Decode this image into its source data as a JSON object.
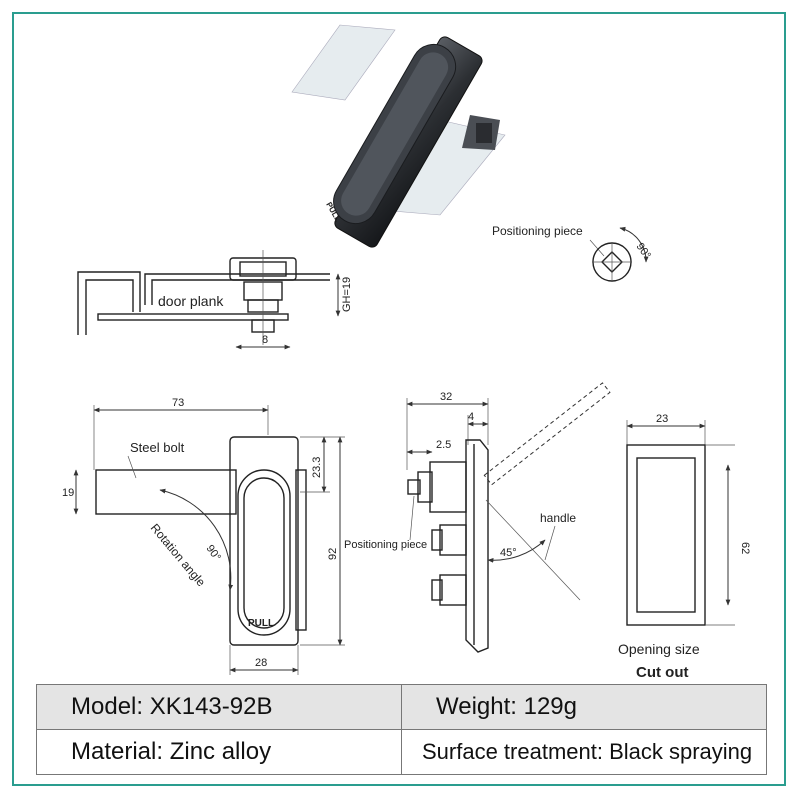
{
  "labels": {
    "positioning_piece_top": "Positioning piece",
    "positioning_piece_side": "Positioning piece",
    "door_plank": "door plank",
    "steel_bolt": "Steel bolt",
    "rotation_angle": "Rotation angle",
    "handle": "handle",
    "opening_size": "Opening size",
    "cut_out": "Cut out",
    "pull": "PULL"
  },
  "dimensions": {
    "gh": "GH=19",
    "shaft": "8",
    "width_total": "73",
    "bolt_height": "19",
    "top_offset": "23.3",
    "height_total": "92",
    "handle_width": "28",
    "depth_total": "32",
    "plate": "4",
    "offset": "2.5",
    "cutout_width": "23",
    "cutout_height": "62"
  },
  "angles": {
    "positioning": "90°",
    "rotation": "90°",
    "handle_open": "45°"
  },
  "specs": {
    "model": "Model: XK143-92B",
    "weight": "Weight: 129g",
    "material": "Material: Zinc alloy",
    "surface": "Surface treatment: Black spraying"
  }
}
